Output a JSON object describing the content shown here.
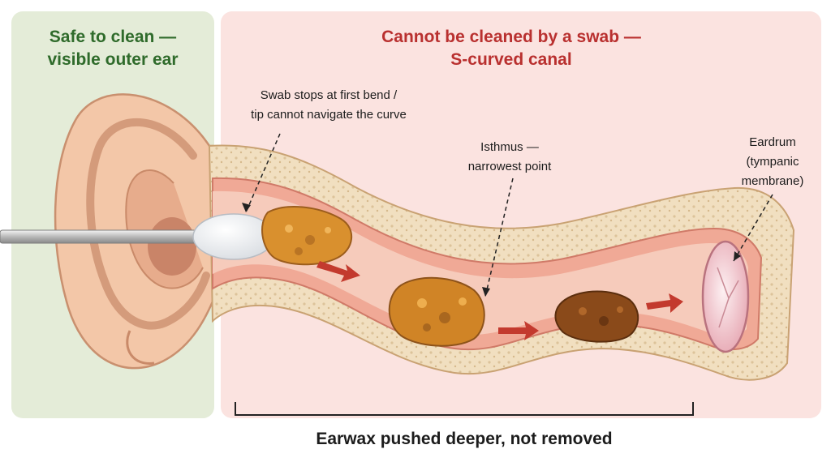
{
  "colors": {
    "safe_panel": "#e4ecd8",
    "unsafe_panel": "#fbe3e0",
    "safe_title": "#2f6b2b",
    "unsafe_title": "#b9302f",
    "skin": "#f3c7a8",
    "skin_shadow": "#dba383",
    "bone": "#f1dfc0",
    "canal": "#f3c3b3",
    "wax": "#d9902e",
    "wax_dark": "#8a4a1a",
    "arrow": "#c33a2e",
    "eardrum": "#f5d7dc"
  },
  "safe_panel": {
    "title_line1": "Safe to clean —",
    "title_line2": "visible outer ear"
  },
  "unsafe_panel": {
    "title_line1": "Cannot be cleaned by a swab —",
    "title_line2": "S-curved canal"
  },
  "callouts": {
    "swab_line1": "Swab stops at first bend /",
    "swab_line2": "tip cannot navigate the curve",
    "isthmus_line1": "Isthmus —",
    "isthmus_line2": "narrowest point",
    "eardrum_line1": "Eardrum",
    "eardrum_line2": "(tympanic",
    "eardrum_line3": "membrane)"
  },
  "caption": "Earwax pushed deeper, not removed",
  "icons": [
    "cotton-swab-icon",
    "earwax-clump-icon",
    "direction-arrow-icon",
    "eardrum-icon"
  ]
}
